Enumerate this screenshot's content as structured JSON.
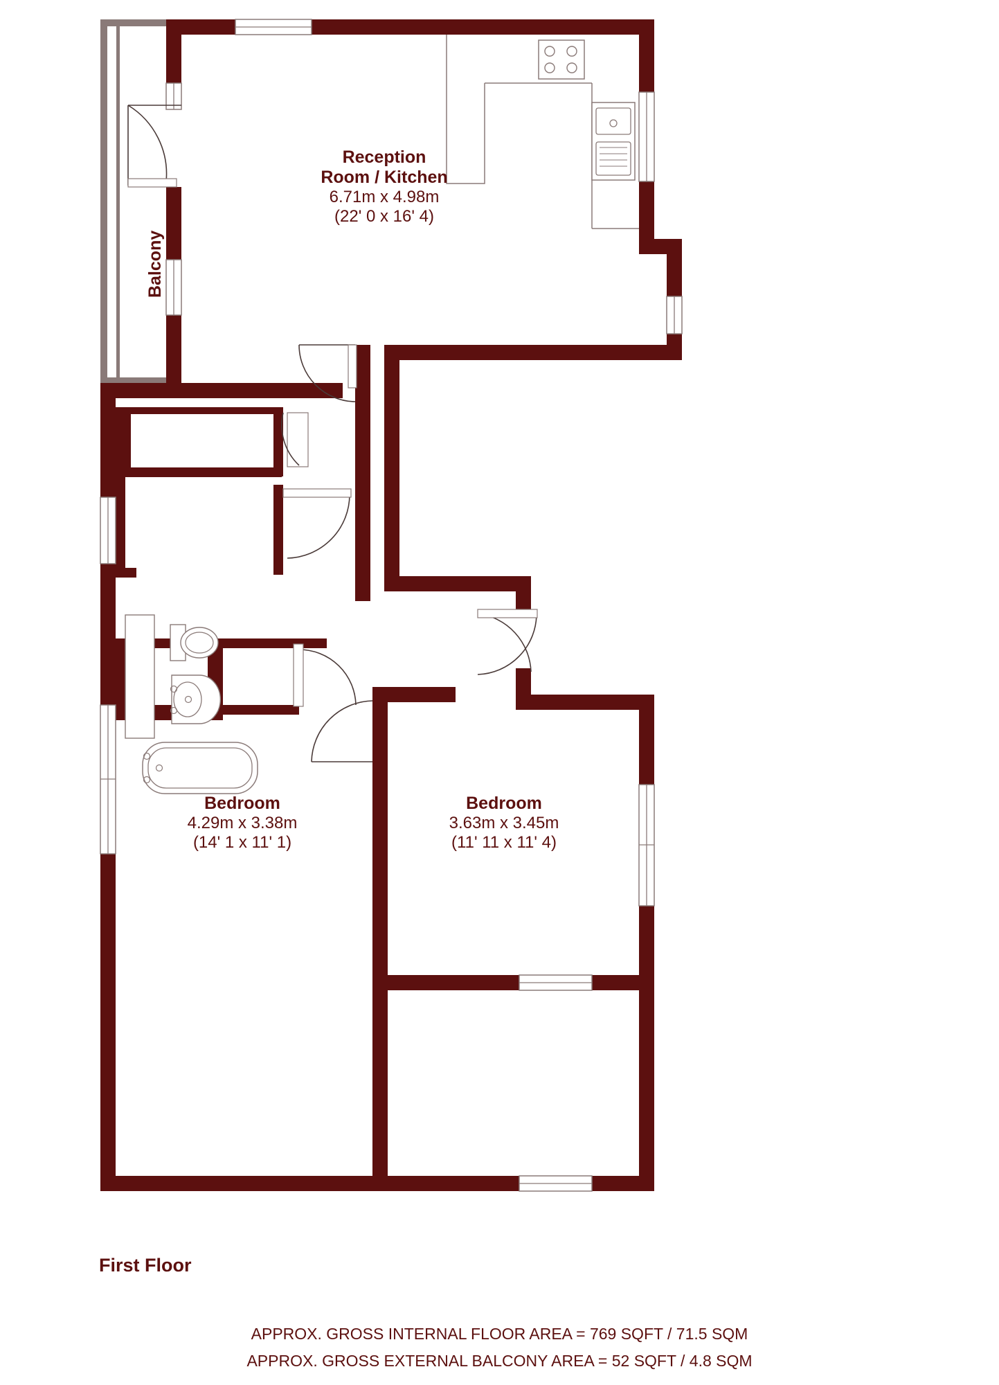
{
  "document": {
    "type": "floor-plan",
    "floor_title": "First Floor",
    "wall_color": "#5c100f",
    "text_color": "#5c100f",
    "fixture_line_color": "#8a7a78",
    "background": "#ffffff"
  },
  "rooms": [
    {
      "id": "reception-kitchen",
      "name_line1": "Reception",
      "name_line2": "Room / Kitchen",
      "dim_metric": "6.71m x 4.98m",
      "dim_imperial": "(22' 0 x 16' 4)"
    },
    {
      "id": "bedroom-1",
      "name_line1": "Bedroom",
      "dim_metric": "4.29m x 3.38m",
      "dim_imperial": "(14' 1 x 11' 1)"
    },
    {
      "id": "bedroom-2",
      "name_line1": "Bedroom",
      "dim_metric": "3.63m x 3.45m",
      "dim_imperial": "(11' 11 x 11' 4)"
    }
  ],
  "balcony": {
    "label": "Balcony"
  },
  "fixtures": [
    {
      "id": "hob",
      "name": "hob-icon"
    },
    {
      "id": "sink",
      "name": "sink-icon"
    },
    {
      "id": "wc",
      "name": "toilet-icon"
    },
    {
      "id": "basin",
      "name": "wash-basin-icon"
    },
    {
      "id": "bath",
      "name": "bathtub-icon"
    }
  ],
  "footer": {
    "line1": "APPROX. GROSS INTERNAL FLOOR AREA = 769 SQFT / 71.5 SQM",
    "line2": "APPROX. GROSS EXTERNAL BALCONY AREA = 52 SQFT / 4.8 SQM"
  },
  "areas": {
    "internal_sqft": "769",
    "internal_sqm": "71.5",
    "balcony_sqft": "52",
    "balcony_sqm": "4.8"
  }
}
